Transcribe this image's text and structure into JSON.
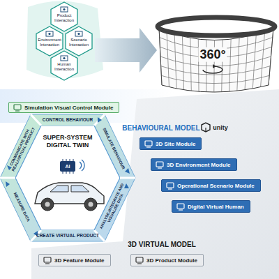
{
  "diagram": {
    "nodes": [
      {
        "text": [
          "Product Interaction"
        ]
      },
      {
        "text": [
          "Environment Interaction"
        ]
      },
      {
        "text": [
          "Human Interaction"
        ]
      },
      {
        "text": [
          "Scenario Interaction"
        ]
      },
      {
        "text": [
          "Simulation Visual Control Module"
        ]
      },
      {
        "text": [
          "SUPER-SYSTEM DIGITAL TWIN"
        ]
      },
      {
        "text": [
          "3D Site Module"
        ]
      },
      {
        "text": [
          "3D Environment Module"
        ]
      },
      {
        "text": [
          "Operational Scenario Module"
        ]
      },
      {
        "text": [
          "Digital Virtual Human"
        ]
      },
      {
        "text": [
          "3D Feature Module"
        ]
      },
      {
        "text": [
          "3D Product Module"
        ]
      }
    ],
    "labels": [
      "360°",
      "AI",
      "CONTROL BEHAVIOUR",
      "SIMULATE BEHAVIOUR",
      "ANALYSE,INTEGRATE AND VISUALISE DATA",
      "CREATE VIRTUAL PRODUCT",
      "MEASURE DATA",
      "COMMUNICATE WITH REAL/VIRTUAL PRODUCT",
      "BEHAVIOURAL MODEL",
      "unity",
      "3D VIRTUAL MODEL"
    ]
  }
}
